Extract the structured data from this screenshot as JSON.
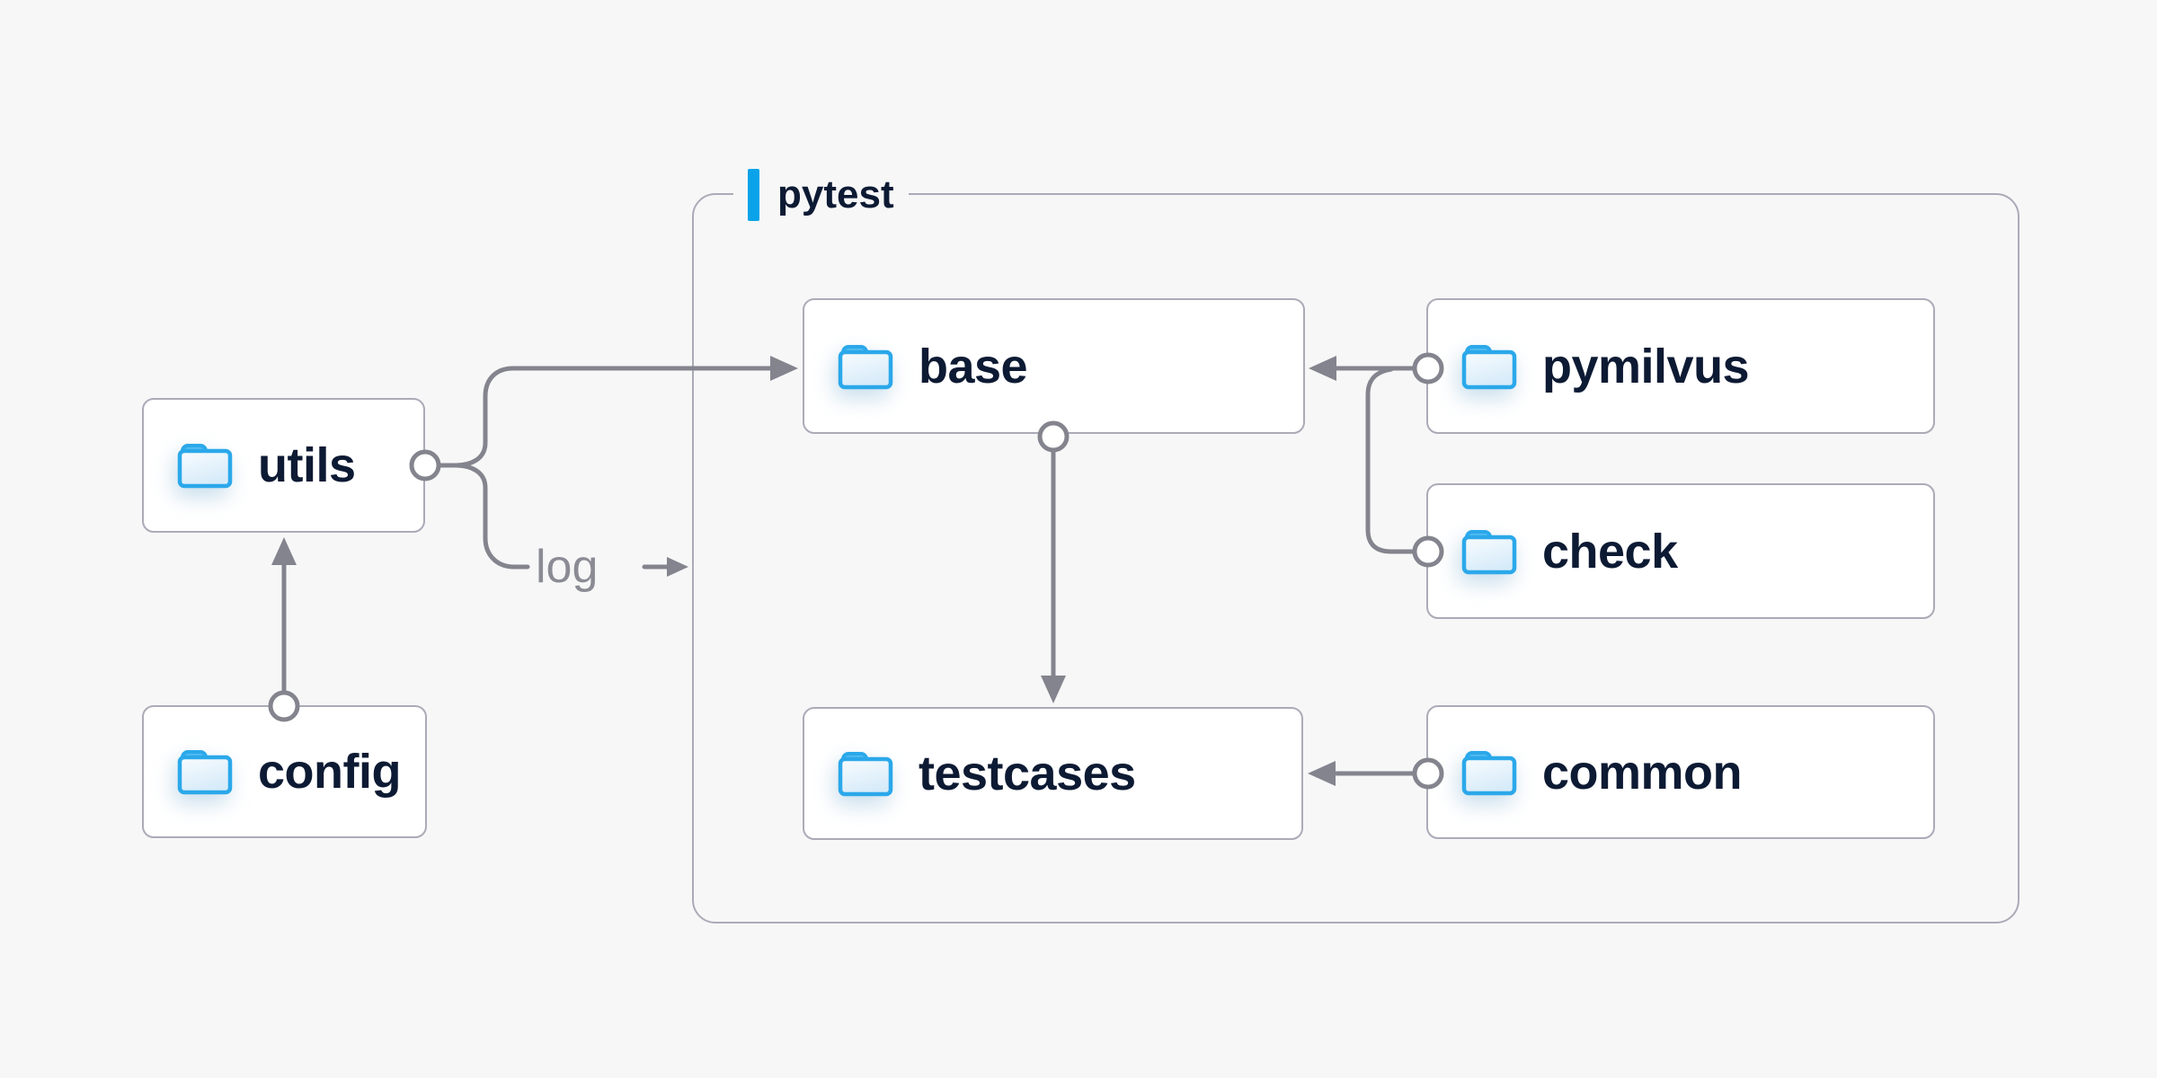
{
  "diagram": {
    "type": "folder-structure-diagram",
    "group": {
      "label": "pytest"
    },
    "nodes": [
      {
        "id": "utils",
        "label": "utils",
        "icon": "folder-icon",
        "inside_group": false
      },
      {
        "id": "config",
        "label": "config",
        "icon": "folder-icon",
        "inside_group": false
      },
      {
        "id": "base",
        "label": "base",
        "icon": "folder-icon",
        "inside_group": true
      },
      {
        "id": "pymilvus",
        "label": "pymilvus",
        "icon": "folder-icon",
        "inside_group": false
      },
      {
        "id": "check",
        "label": "check",
        "icon": "folder-icon",
        "inside_group": false
      },
      {
        "id": "testcases",
        "label": "testcases",
        "icon": "folder-icon",
        "inside_group": true
      },
      {
        "id": "common",
        "label": "common",
        "icon": "folder-icon",
        "inside_group": false
      }
    ],
    "edges": [
      {
        "from": "config",
        "to": "utils",
        "style": "arrow"
      },
      {
        "from": "utils",
        "to": "base",
        "style": "arrow"
      },
      {
        "from": "utils",
        "to": "pytest",
        "style": "arrow",
        "label": "log"
      },
      {
        "from": "base",
        "to": "testcases",
        "style": "arrow"
      },
      {
        "from": "pymilvus",
        "to": "base",
        "style": "arrow"
      },
      {
        "from": "check",
        "to": "base",
        "style": "arrow"
      },
      {
        "from": "common",
        "to": "testcases",
        "style": "arrow"
      }
    ],
    "edge_label": {
      "label": "log"
    },
    "colors": {
      "background": "#f7f7f8",
      "node_background": "#ffffff",
      "node_border": "#ababb8",
      "connector": "#84848e",
      "text": "#0d1a33",
      "edge_label_text": "#8b8b95",
      "accent_blue": "#0aa3e9",
      "folder_blue": "#2ba8ea"
    }
  }
}
